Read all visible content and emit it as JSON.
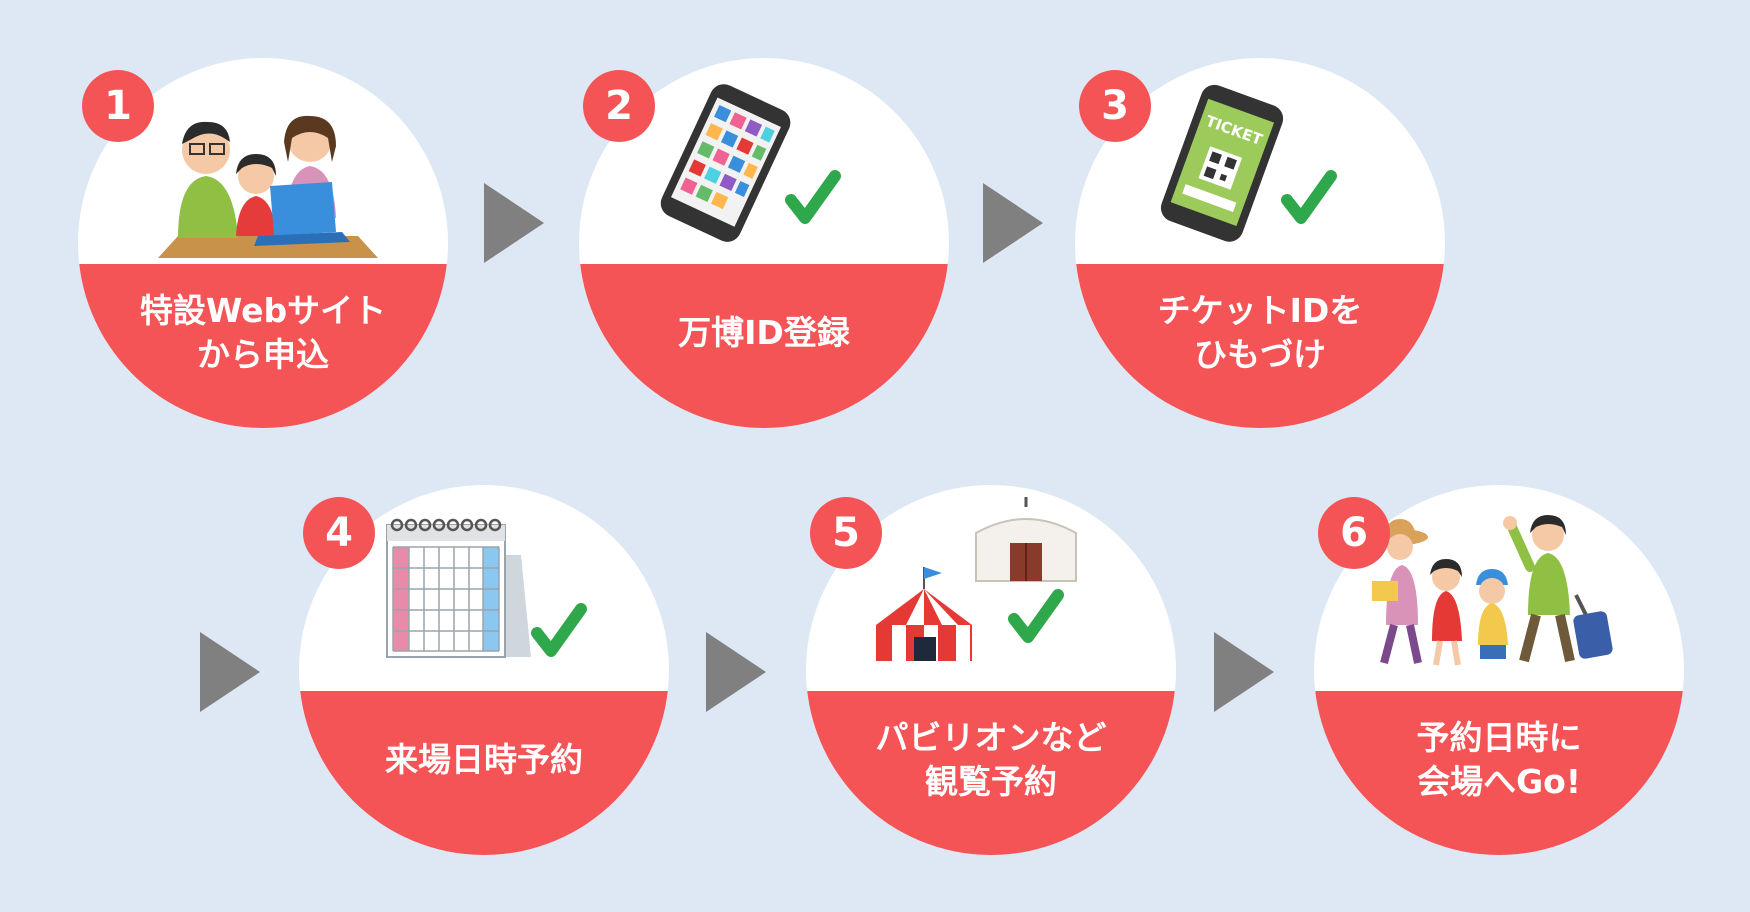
{
  "colors": {
    "background": "#dde8f4",
    "accent": "#f45456",
    "arrow": "#808080",
    "check": "#2ea84a"
  },
  "steps": [
    {
      "number": "1",
      "label": "特設Webサイト\nから申込",
      "icon": "family-laptop-icon"
    },
    {
      "number": "2",
      "label": "万博ID登録",
      "icon": "smartphone-icon"
    },
    {
      "number": "3",
      "label": "チケットIDを\nひもづけ",
      "icon": "ticket-phone-icon"
    },
    {
      "number": "4",
      "label": "来場日時予約",
      "icon": "calendar-icon"
    },
    {
      "number": "5",
      "label": "パビリオンなど\n観覧予約",
      "icon": "pavilion-tent-icon"
    },
    {
      "number": "6",
      "label": "予約日時に\n会場へGo!",
      "icon": "family-travel-icon"
    }
  ],
  "ticket_text": "TICKET"
}
